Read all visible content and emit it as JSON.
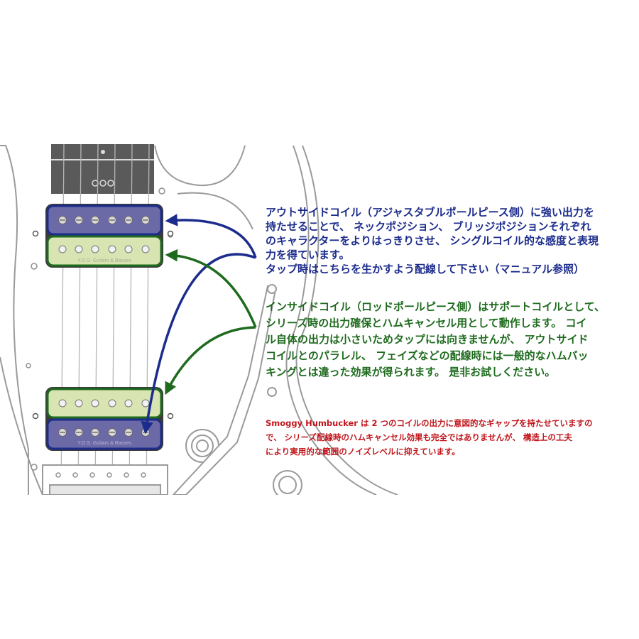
{
  "colors": {
    "outline": "#9a9a9a",
    "fretboard": "#5a5a5a",
    "outer_coil": "#6c6aa6",
    "inner_coil": "#d8e4b2",
    "blue_text": "#1c2c8c",
    "green_text": "#1e6b1e",
    "red_text": "#c0161c"
  },
  "brand_engraving": "Y.O.S. Guitars & Basses",
  "notes": {
    "outside_coil": [
      "アウトサイドコイル（アジャスタブルポールピース側）に強い出力を",
      "持たせることで、 ネックポジション、 ブリッジポジションそれぞれ",
      "のキャラクターをよりはっきりさせ、 シングルコイル的な感度と表現",
      "力を得ています。",
      "タップ時はこちらを生かすよう配線して下さい（マニュアル参照）"
    ],
    "inside_coil": [
      "インサイドコイル（ロッドポールピース側）はサポートコイルとして、",
      "シリーズ時の出力確保とハムキャンセル用として動作します。 コイ",
      "ル自体の出力は小さいためタップには向きませんが、 アウトサイド",
      "コイルとのパラレル、 フェイズなどの配線時には一般的なハムバッ",
      "キングとは違った効果が得られます。 是非お試しください。"
    ],
    "humbucker_note": [
      "Smoggy Humbucker は 2 つのコイルの出力に意図的なギャップを持たせていますの",
      "で、 シリーズ配線時のハムキャンセル効果も完全ではありませんが、 構造上の工夫",
      "により実用的な範囲のノイズレベルに抑えています。"
    ]
  },
  "icons": {
    "outer_coil_arrows": "curved-blue-arrow",
    "inner_coil_arrows": "curved-green-arrow"
  }
}
